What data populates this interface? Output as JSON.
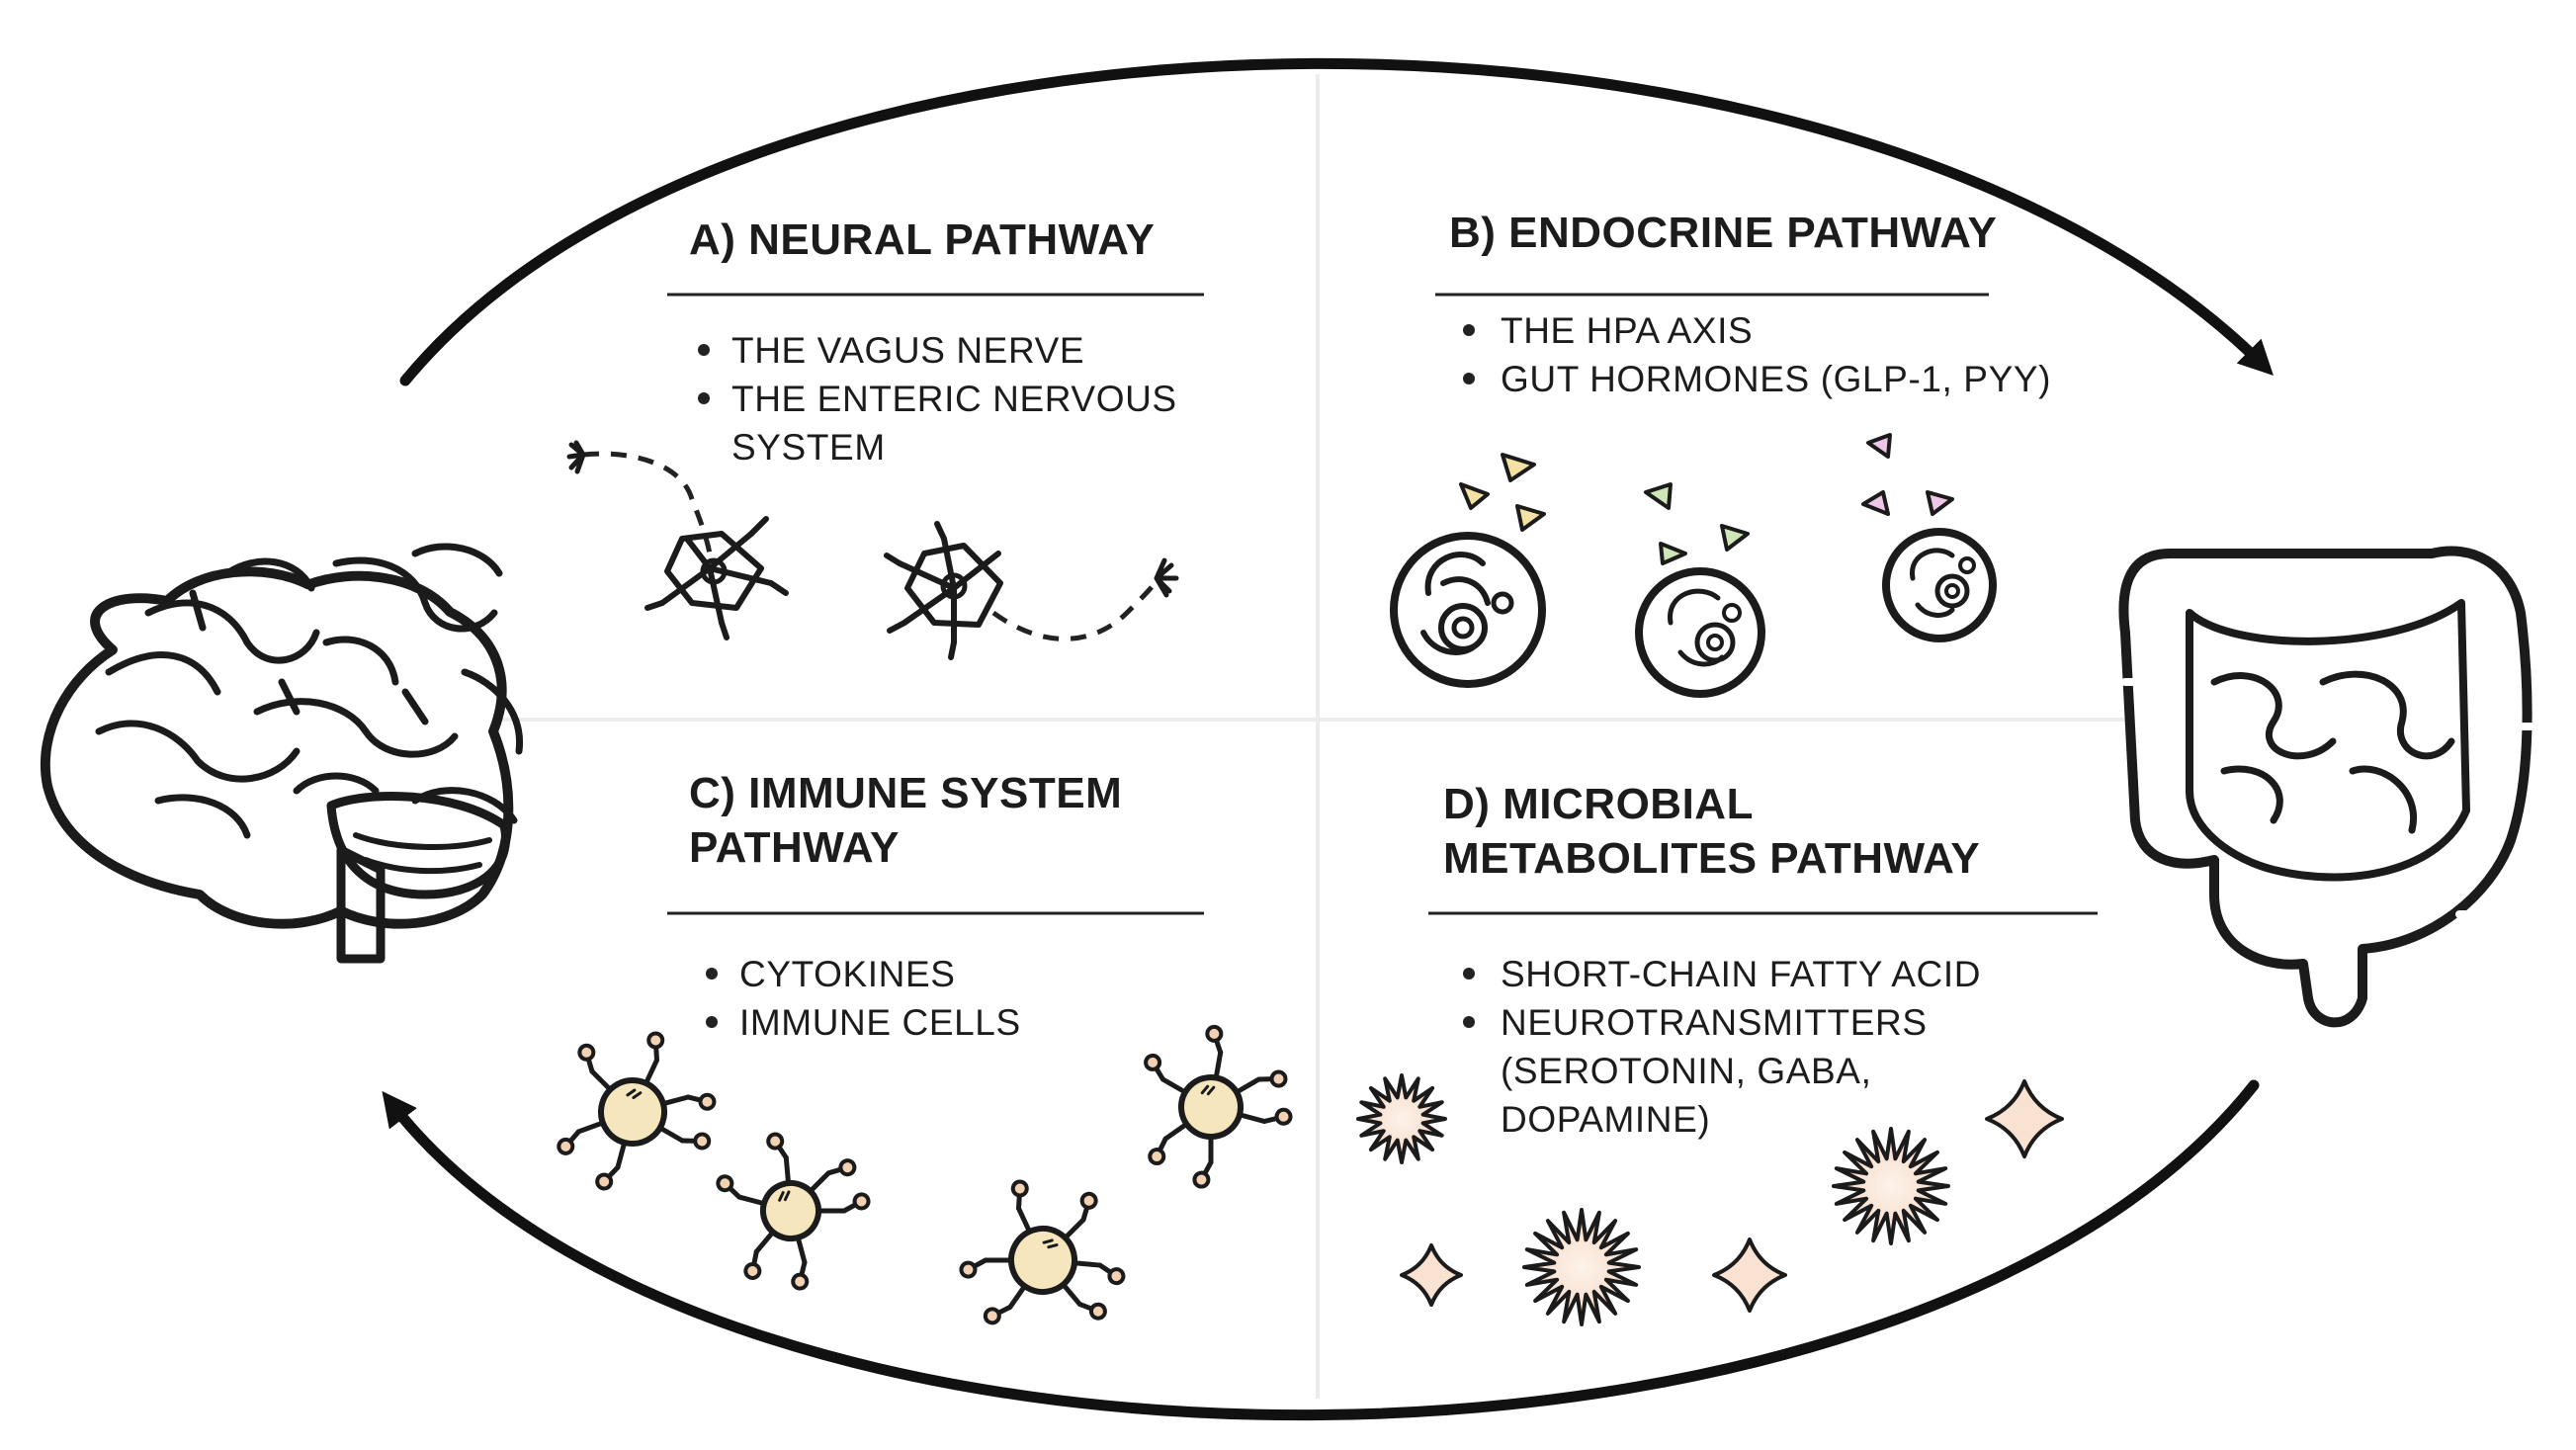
{
  "pathways": [
    {
      "id": "a",
      "title_lines": [
        "A) NEURAL PATHWAY"
      ],
      "bullets": [
        [
          "THE VAGUS NERVE"
        ],
        [
          "THE ENTERIC NERVOUS",
          "SYSTEM"
        ]
      ]
    },
    {
      "id": "b",
      "title_lines": [
        "B) ENDOCRINE PATHWAY"
      ],
      "bullets": [
        [
          "THE HPA AXIS"
        ],
        [
          "GUT HORMONES (GLP-1, PYY)"
        ]
      ]
    },
    {
      "id": "c",
      "title_lines": [
        "C) IMMUNE SYSTEM",
        "PATHWAY"
      ],
      "bullets": [
        [
          "CYTOKINES"
        ],
        [
          "IMMUNE CELLS"
        ]
      ]
    },
    {
      "id": "d",
      "title_lines": [
        "D) MICROBIAL",
        "METABOLITES PATHWAY"
      ],
      "bullets": [
        [
          "SHORT-CHAIN FATTY ACID"
        ],
        [
          "NEUROTRANSMITTERS",
          "(SEROTONIN, GABA,",
          "DOPAMINE)"
        ]
      ]
    }
  ],
  "icons": {
    "left": "brain-icon",
    "right": "intestine-icon",
    "neural": "neuron-icon",
    "endocrine": "endocrine-cell-icon",
    "immune": "immune-cell-icon",
    "microbial": "metabolite-burst-icon"
  },
  "colors": {
    "ink": "#1b1b1b",
    "brain": "#e4a6ad",
    "intestine_outer": "#f7c9a4",
    "intestine_inner": "#e29aa4",
    "neuron": "#f8e7b0",
    "endocrine_cell": "#dcdff0",
    "immune_cell": "#f6e6bd",
    "metabolite": "#f9e2d2"
  }
}
